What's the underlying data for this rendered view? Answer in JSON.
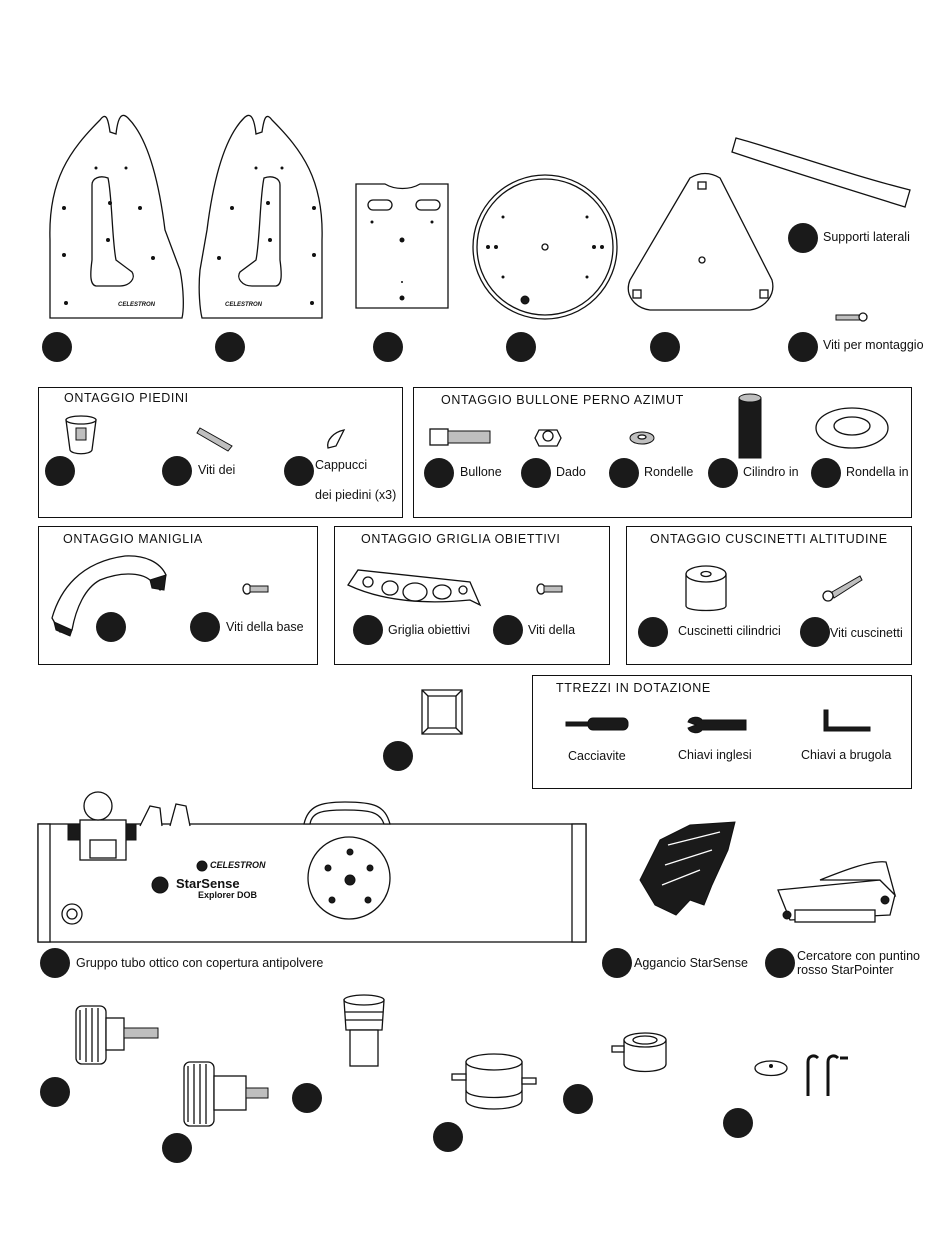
{
  "top": {
    "side_supports_label": "Supporti laterali",
    "mount_screws_label": "Viti per montaggio",
    "celestron_brand": "CELESTRON",
    "starsense_brand": "StarSense",
    "starsense_sub": "Explorer DOB"
  },
  "feet_box": {
    "title": "ONTAGGIO PIEDINI",
    "screws_label": "Viti dei",
    "caps_label": "Cappucci",
    "caps_label2": "dei piedini (x3)"
  },
  "bolt_box": {
    "title": "ONTAGGIO BULLONE PERNO AZIMUT",
    "items": [
      "Bullone",
      "Dado",
      "Rondelle",
      "Cilindro in",
      "Rondella in"
    ]
  },
  "handle_box": {
    "title": "ONTAGGIO MANIGLIA",
    "screws_label": "Viti della base"
  },
  "grid_box": {
    "title": "ONTAGGIO GRIGLIA OBIETTIVI",
    "grid_label": "Griglia obiettivi",
    "screws_label": "Viti della"
  },
  "bearing_box": {
    "title": "ONTAGGIO CUSCINETTI ALTITUDINE",
    "cyl_label": "Cuscinetti cilindrici",
    "screws_label": "Viti cuscinetti"
  },
  "tools_box": {
    "title": "TTREZZI IN DOTAZIONE",
    "tools": [
      "Cacciavite",
      "Chiavi inglesi",
      "Chiavi a brugola"
    ]
  },
  "tube": {
    "label": "Gruppo tubo ottico con copertura antipolvere",
    "celestron": "CELESTRON",
    "starsense": "StarSense",
    "explorer": "Explorer DOB"
  },
  "starsense_mount_label": "Aggancio StarSense",
  "finder": {
    "line1": "Cercatore con puntino",
    "line2": "rosso StarPointer"
  }
}
